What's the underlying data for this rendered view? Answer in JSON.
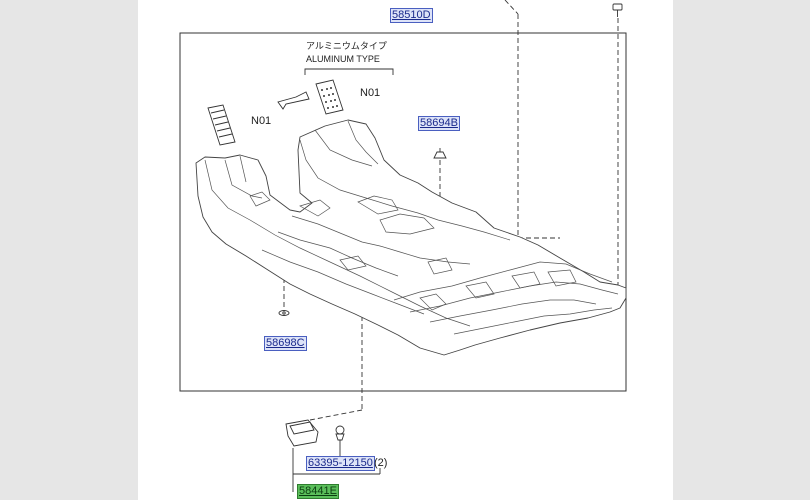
{
  "labels": {
    "part_58510D": "58510D",
    "part_58694B": "58694B",
    "part_58698C": "58698C",
    "part_63395": "63395-12150",
    "qty_63395": "(2)",
    "part_58441E": "58441E",
    "note_jp": "アルミニウムタイプ",
    "note_en": "ALUMINUM TYPE",
    "n01_left": "N01",
    "n01_right": "N01"
  },
  "colors": {
    "line": "#333333",
    "link_bg": "#dde3f8",
    "link_border": "#4a5fc0",
    "link_text": "#1a2a8c",
    "highlight_bg": "#5bbf5b"
  }
}
